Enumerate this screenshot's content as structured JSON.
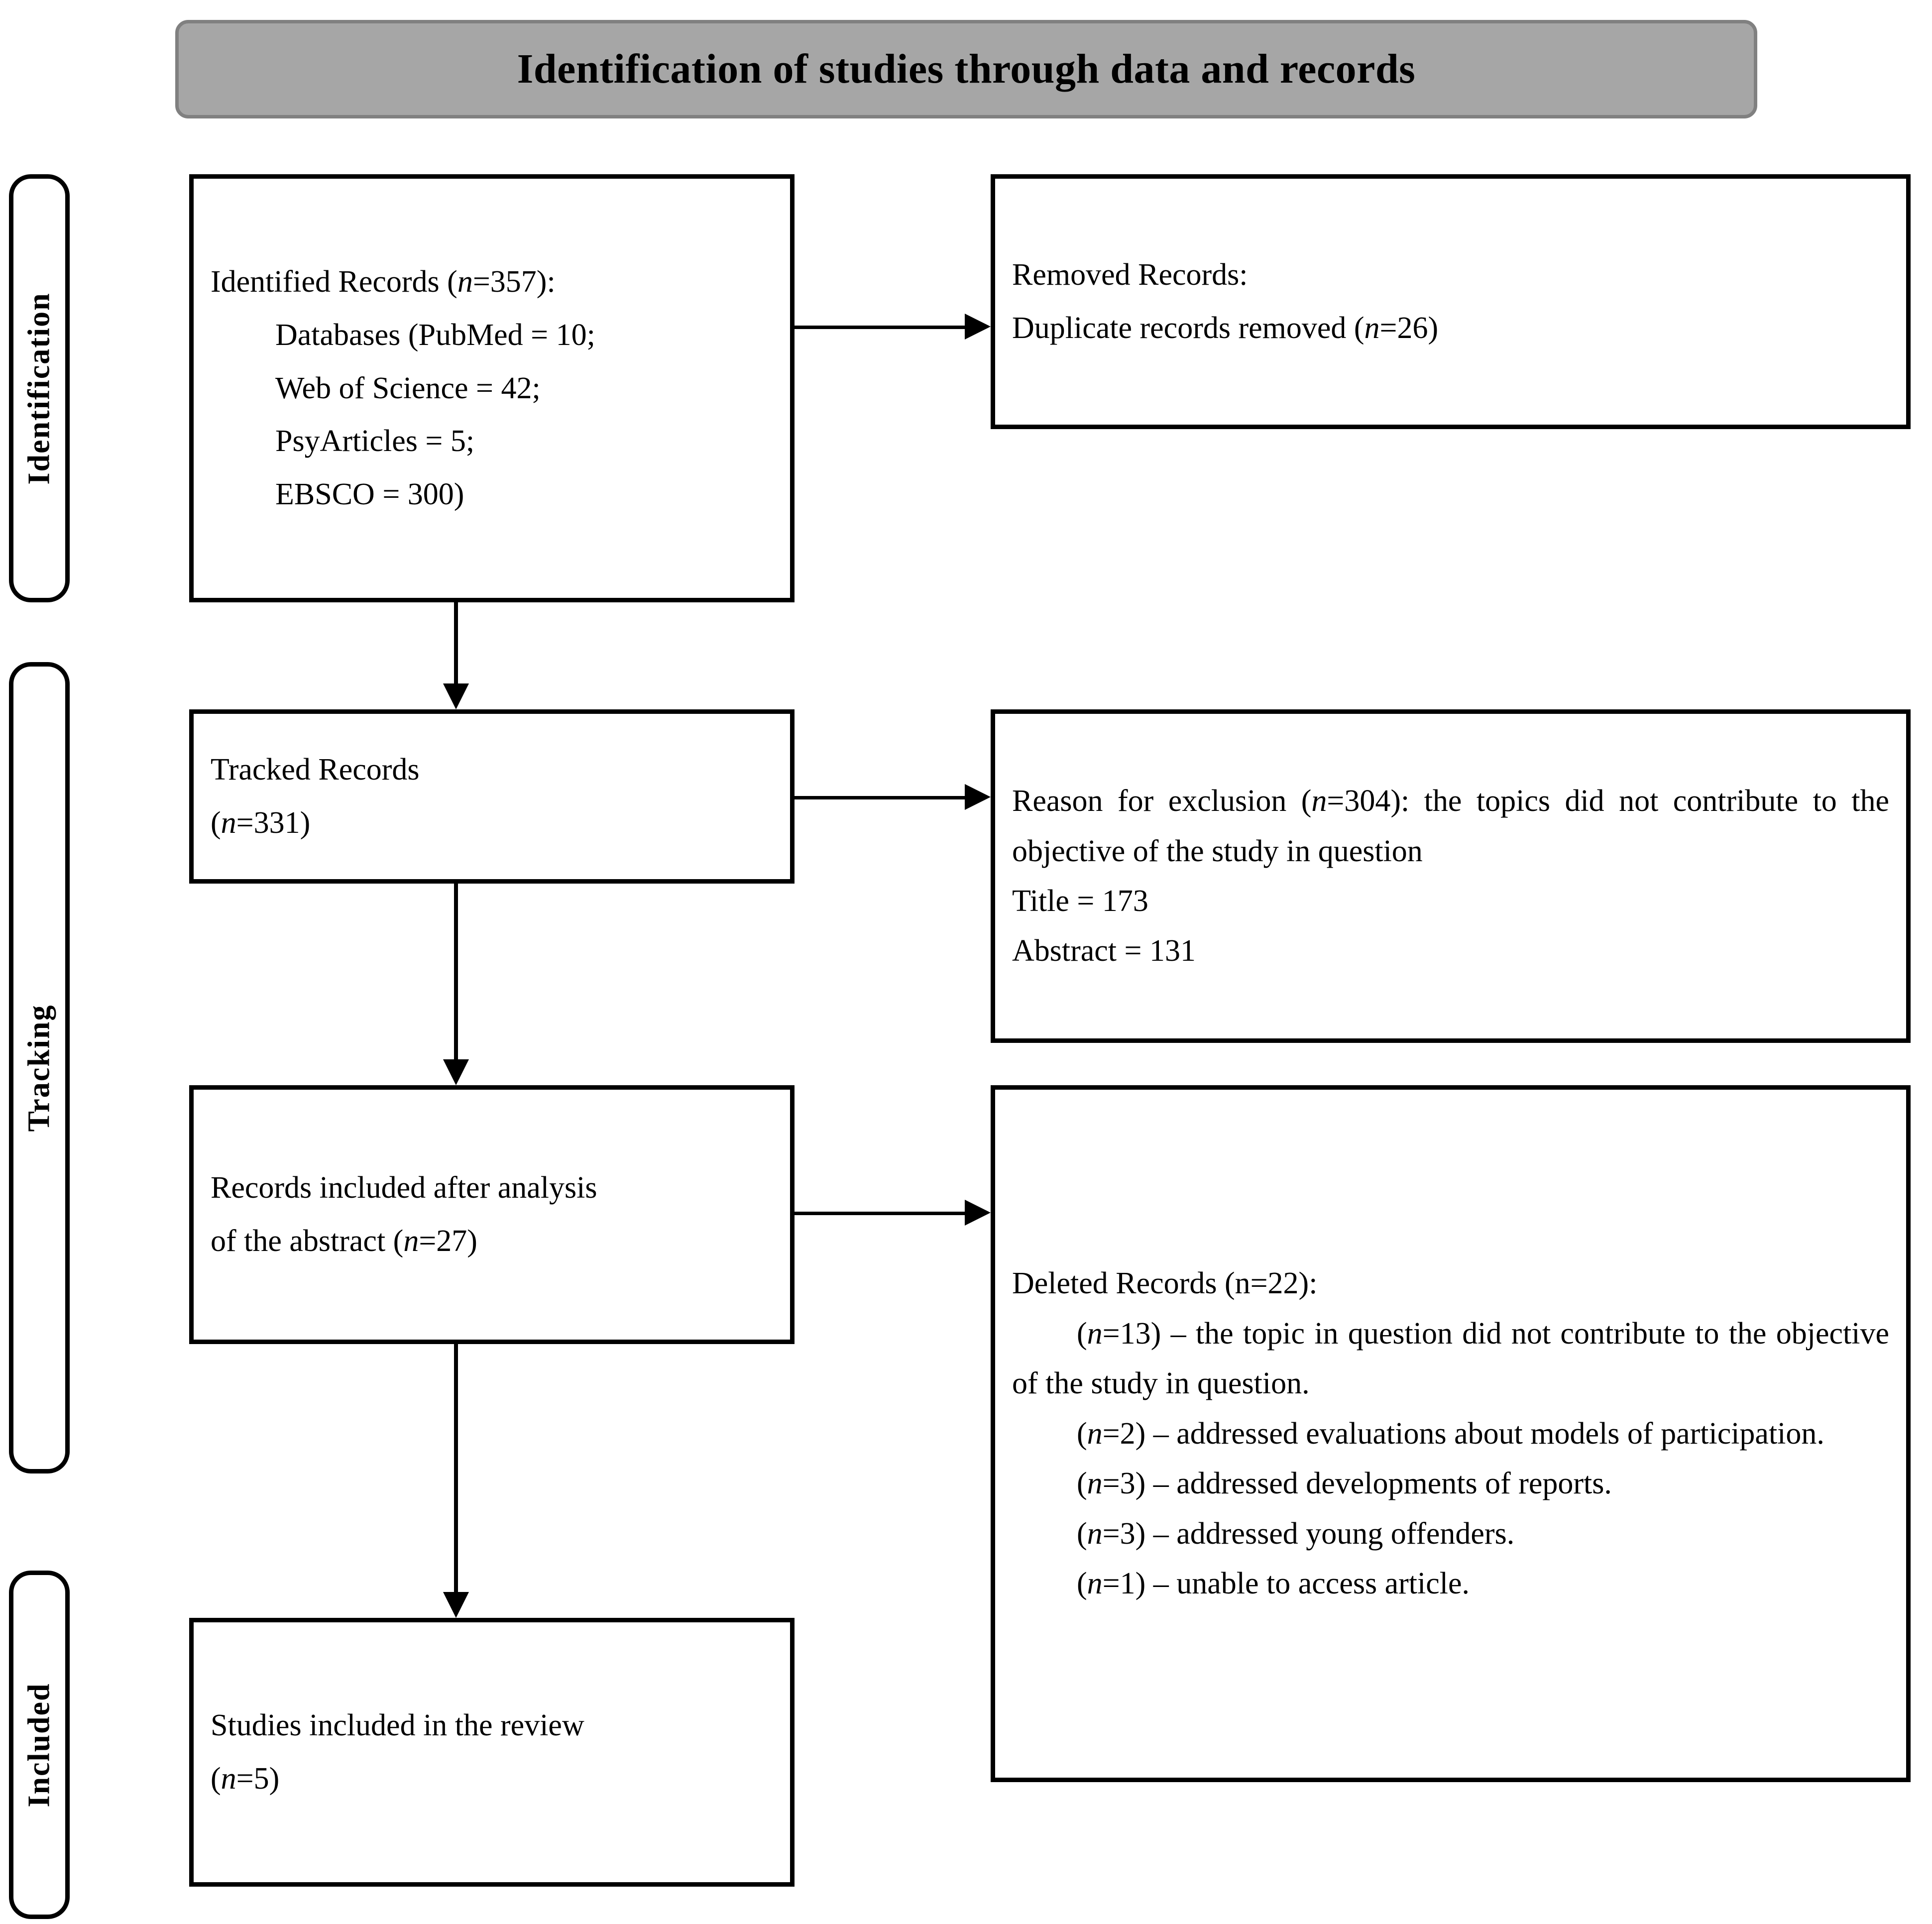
{
  "banner": {
    "title": "Identification of studies through data and records",
    "fill_color": "#a6a6a6",
    "border_color": "#808080"
  },
  "phases": [
    {
      "id": "identification",
      "label": "Identification"
    },
    {
      "id": "tracking",
      "label": "Tracking"
    },
    {
      "id": "included",
      "label": "Included"
    }
  ],
  "boxes": {
    "identified": {
      "lines": [
        "Identified Records (n=357):",
        "Databases (PubMed = 10;",
        "Web of Science = 42;",
        "PsyArticles = 5;",
        "EBSCO = 300)"
      ],
      "counts": {
        "total": 357,
        "PubMed": 10,
        "Web of Science": 42,
        "PsyArticles": 5,
        "EBSCO": 300
      }
    },
    "removed": {
      "lines": [
        "Removed Records:",
        "Duplicate records removed (n=26)"
      ],
      "counts": {
        "duplicates_removed": 26
      }
    },
    "tracked": {
      "lines": [
        "Tracked Records",
        "(n=331)"
      ],
      "counts": {
        "total": 331
      }
    },
    "exclusion": {
      "lines": [
        "Reason for exclusion (n=304): the topics did not contribute to the objective of the study in question",
        "Title = 173",
        "Abstract = 131"
      ],
      "counts": {
        "excluded": 304,
        "title": 173,
        "abstract": 131
      }
    },
    "after_abstract": {
      "lines": [
        "Records included after analysis",
        "of the abstract (n=27)"
      ],
      "counts": {
        "total": 27
      }
    },
    "deleted": {
      "heading": "Deleted Records (n=22):",
      "items": [
        "(n=13) – the topic in question did not contribute to the objective of the study in question.",
        "(n=2) – addressed evaluations about models of participation.",
        "(n=3) – addressed developments of reports.",
        "(n=3) – addressed young offenders.",
        "(n=1) – unable to access article."
      ],
      "counts": {
        "total": 22,
        "topic_not_contribute": 13,
        "models_of_participation": 2,
        "developments_of_reports": 3,
        "young_offenders": 3,
        "unable_to_access": 1
      }
    },
    "included": {
      "lines": [
        "Studies included in the review",
        "(n=5)"
      ],
      "counts": {
        "total": 5
      }
    }
  },
  "arrows": [
    {
      "id": "identified-removed",
      "direction": "right"
    },
    {
      "id": "tracked-exclusion",
      "direction": "right"
    },
    {
      "id": "abstract-deleted",
      "direction": "right"
    },
    {
      "id": "identified-tracked",
      "direction": "down"
    },
    {
      "id": "tracked-abstract",
      "direction": "down"
    },
    {
      "id": "abstract-included",
      "direction": "down"
    }
  ]
}
